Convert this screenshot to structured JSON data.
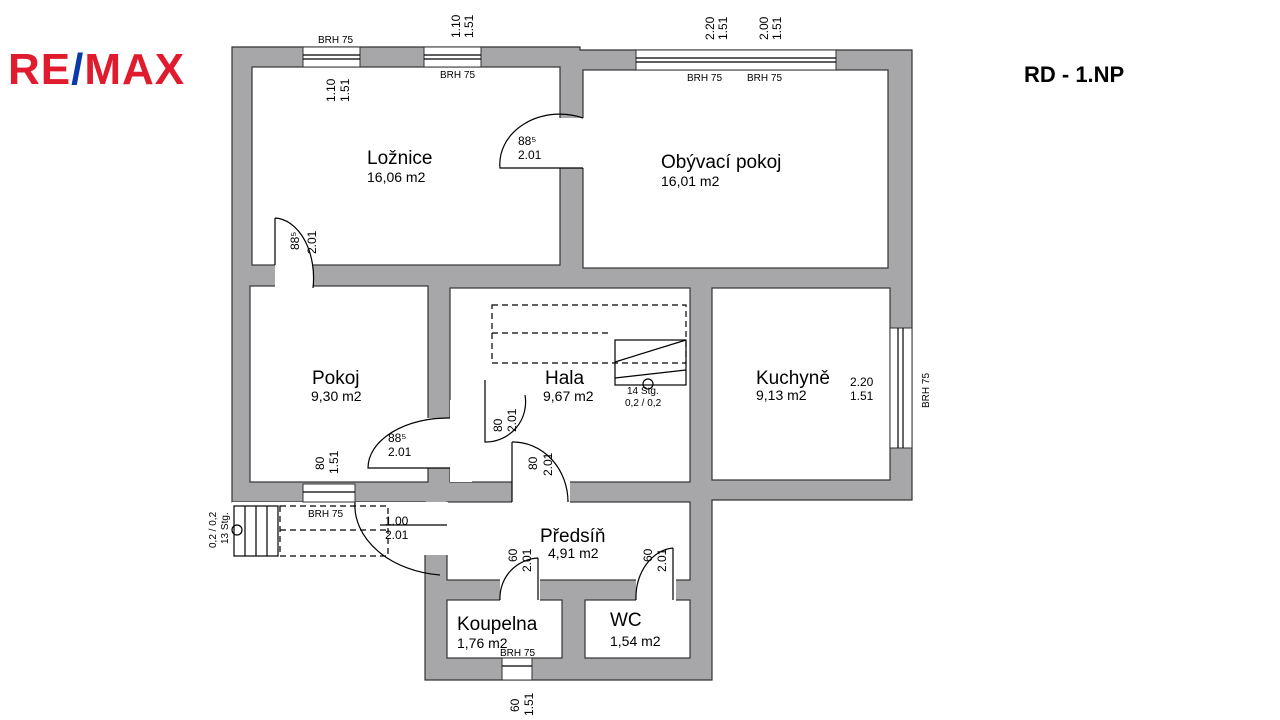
{
  "logo": {
    "text_re": "RE",
    "text_slash": "/",
    "text_max": "MAX",
    "red": "#e11b2e",
    "blue": "#0b3aa8"
  },
  "title": "RD - 1.NP",
  "wall_color": "#a7a7a9",
  "rooms": [
    {
      "name": "Ložnice",
      "area": "16,06 m2"
    },
    {
      "name": "Obývací pokoj",
      "area": "16,01 m2"
    },
    {
      "name": "Pokoj",
      "area": "9,30 m2"
    },
    {
      "name": "Hala",
      "area": "9,67 m2"
    },
    {
      "name": "Kuchyně",
      "area": "9,13 m2"
    },
    {
      "name": "Předsíň",
      "area": "4,91 m2"
    },
    {
      "name": "Koupelna",
      "area": "1,76 m2"
    },
    {
      "name": "WC",
      "area": "1,54 m2"
    }
  ],
  "annotations": {
    "brh": "BRH 75",
    "w1": [
      "1.10",
      "1.51"
    ],
    "w2": [
      "1.10",
      "1.51"
    ],
    "w3": [
      "2.20",
      "1.51"
    ],
    "w4": [
      "2.00",
      "1.51"
    ],
    "door_lo": [
      "88⁵",
      "2.01"
    ],
    "door_lo2": [
      "88⁵",
      "2.01"
    ],
    "door_pokoj": [
      "88⁵",
      "2.01"
    ],
    "door_hala": [
      "80",
      "2.01"
    ],
    "door_predsin": [
      "80",
      "2.01"
    ],
    "w_pokoj": [
      "80",
      "1.51"
    ],
    "w_kuchyne": [
      "2.20",
      "1.51"
    ],
    "entrance": [
      "1.00",
      "2.01"
    ],
    "door_koupelna": [
      "60",
      "2.01"
    ],
    "door_wc": [
      "60",
      "2.01"
    ],
    "w_koupelna": [
      "60",
      "1.51"
    ],
    "stairs_inner": [
      "14 Stg.",
      "0,2 / 0,2"
    ],
    "stairs_outer": [
      "0,2 / 0,2",
      "13 Stg."
    ]
  }
}
